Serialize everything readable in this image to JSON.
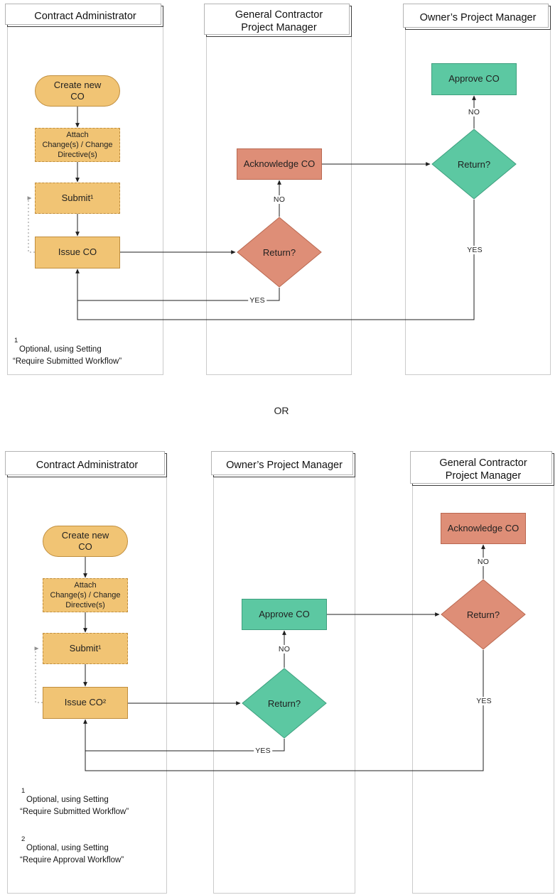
{
  "page": {
    "or_label": "OR"
  },
  "colors": {
    "orange_fill": "#F1C474",
    "orange_border": "#C08E3E",
    "salmon_fill": "#DE8E77",
    "salmon_border": "#B96850",
    "green_fill": "#5CC8A2",
    "green_border": "#3E9F7E",
    "lane_border": "#CBCBCB",
    "header_border": "#3C3C3C"
  },
  "diagram_top": {
    "lanes": [
      {
        "title": "Contract Administrator"
      },
      {
        "title": "General Contractor\nProject Manager"
      },
      {
        "title": "Owner’s Project Manager"
      }
    ],
    "nodes": {
      "create": "Create new\nCO",
      "attach": "Attach\nChange(s) / Change\nDirective(s)",
      "submit": "Submit¹",
      "issue": "Issue CO",
      "acknowledge": "Acknowledge CO",
      "return_gc": "Return?",
      "approve": "Approve CO",
      "return_owner": "Return?"
    },
    "edge_labels": {
      "no_gc": "NO",
      "yes_gc": "YES",
      "no_owner": "NO",
      "yes_owner": "YES"
    },
    "footnotes": [
      {
        "marker": "1",
        "line1": "Optional, using Setting",
        "line2": "“Require Submitted Workflow”"
      }
    ]
  },
  "diagram_bottom": {
    "lanes": [
      {
        "title": "Contract Administrator"
      },
      {
        "title": "Owner’s Project Manager"
      },
      {
        "title": "General Contractor\nProject Manager"
      }
    ],
    "nodes": {
      "create": "Create new\nCO",
      "attach": "Attach\nChange(s) / Change\nDirective(s)",
      "submit": "Submit¹",
      "issue": "Issue CO²",
      "approve": "Approve CO",
      "return_owner": "Return?",
      "acknowledge": "Acknowledge CO",
      "return_gc": "Return?"
    },
    "edge_labels": {
      "no_owner": "NO",
      "yes_owner": "YES",
      "no_gc": "NO",
      "yes_gc": "YES"
    },
    "footnotes": [
      {
        "marker": "1",
        "line1": "Optional, using Setting",
        "line2": "“Require Submitted Workflow”"
      },
      {
        "marker": "2",
        "line1": "Optional, using Setting",
        "line2": "“Require Approval Workflow”"
      }
    ]
  }
}
